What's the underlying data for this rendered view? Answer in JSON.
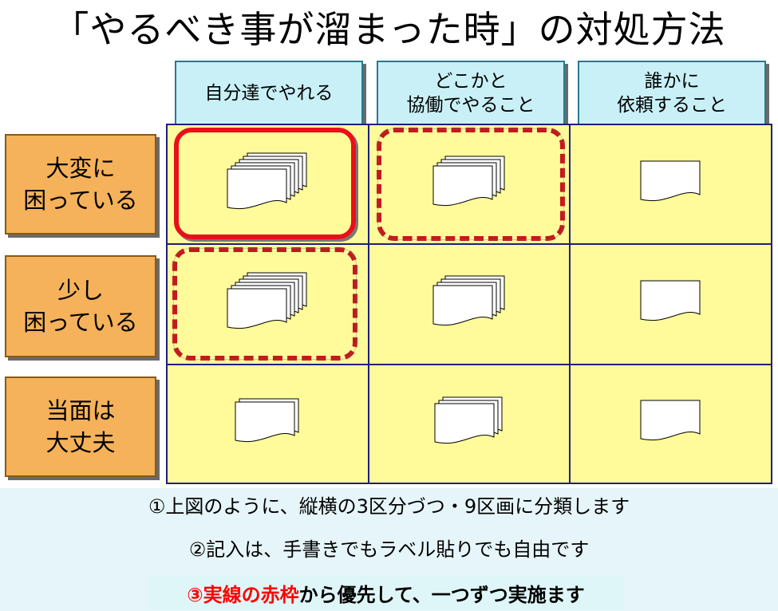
{
  "title": "「やるべき事が溜まった時」の対処方法",
  "columns": [
    {
      "label": "自分達でやれる"
    },
    {
      "label": "どこかと\n協働でやること"
    },
    {
      "label": "誰かに\n依頼すること"
    }
  ],
  "rows": [
    {
      "label": "大変に\n困っている"
    },
    {
      "label": "少し\n困っている"
    },
    {
      "label": "当面は\n大丈夫"
    }
  ],
  "notes": {
    "note1": "①上図のように、縦横の3区分づつ・9区画に分類します",
    "note2": "②記入は、手書きでもラベル貼りでも自由です",
    "note3_highlight": "③実線の赤枠",
    "note3_rest": "から優先して、一つずつ実施ます"
  },
  "colors": {
    "cell_fill": "#fffb9b",
    "header_fill": "#c9f0f7",
    "row_fill": "#f5b25a",
    "priority_red": "#e8101a"
  },
  "cells": [
    {
      "row": 0,
      "col": 0,
      "doc_count": 6,
      "frame": "solid"
    },
    {
      "row": 0,
      "col": 1,
      "doc_count": 4,
      "frame": "dashed"
    },
    {
      "row": 0,
      "col": 2,
      "doc_count": 1,
      "frame": "none"
    },
    {
      "row": 1,
      "col": 0,
      "doc_count": 6,
      "frame": "dashed"
    },
    {
      "row": 1,
      "col": 1,
      "doc_count": 4,
      "frame": "none"
    },
    {
      "row": 1,
      "col": 2,
      "doc_count": 1,
      "frame": "none"
    },
    {
      "row": 2,
      "col": 0,
      "doc_count": 2,
      "frame": "none"
    },
    {
      "row": 2,
      "col": 1,
      "doc_count": 3,
      "frame": "none"
    },
    {
      "row": 2,
      "col": 2,
      "doc_count": 1,
      "frame": "none"
    }
  ]
}
